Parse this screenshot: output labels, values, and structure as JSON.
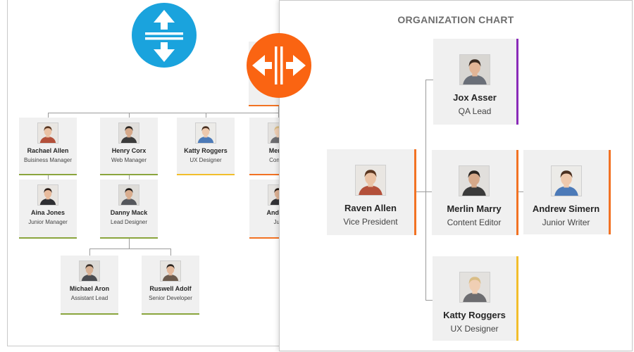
{
  "chart_title": "ORGANIZATION CHART",
  "colors": {
    "green": "#8aa53d",
    "yellow": "#f2be2c",
    "orange": "#f27223",
    "purple": "#8a2bb8",
    "blue_button": "#1aa3dd",
    "orange_button": "#fa6412"
  },
  "icons": {
    "vertical_layout": "arrows-vertical-icon",
    "horizontal_layout": "arrows-horizontal-icon"
  },
  "left_chart": {
    "nodes": [
      {
        "name": "",
        "role": ""
      },
      {
        "name": "Rachael Allen",
        "role": "Buisiness Manager"
      },
      {
        "name": "Henry Corx",
        "role": "Web Manager"
      },
      {
        "name": "Katty Roggers",
        "role": "UX Designer"
      },
      {
        "name": "Merlin",
        "role": "Conten"
      },
      {
        "name": "Aina Jones",
        "role": "Junior Manager"
      },
      {
        "name": "Danny Mack",
        "role": "Lead Designer"
      },
      {
        "name": "Andrew",
        "role": "Jun"
      },
      {
        "name": "Michael Aron",
        "role": "Assistant Lead"
      },
      {
        "name": "Ruswell Adolf",
        "role": "Senior Developer"
      }
    ]
  },
  "right_chart": {
    "nodes": [
      {
        "name": "Jox Asser",
        "role": "QA Lead"
      },
      {
        "name": "Raven Allen",
        "role": "Vice President"
      },
      {
        "name": "Merlin Marry",
        "role": "Content Editor"
      },
      {
        "name": "Andrew Simern",
        "role": "Junior Writer"
      },
      {
        "name": "Katty Roggers",
        "role": "UX Designer"
      }
    ]
  }
}
